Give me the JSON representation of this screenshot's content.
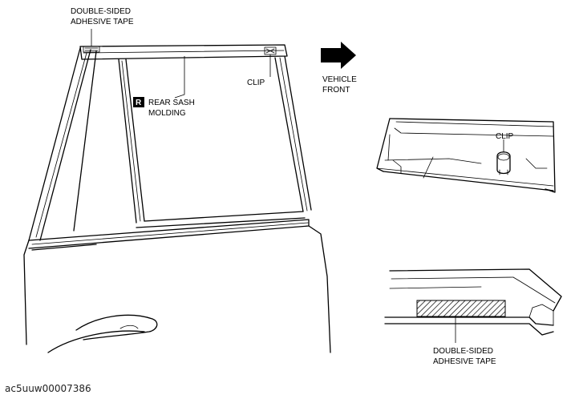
{
  "labels": {
    "tape_top_line1": "DOUBLE-SIDED",
    "tape_top_line2": "ADHESIVE TAPE",
    "r_badge": "R",
    "molding_line1": "REAR SASH",
    "molding_line2": "MOLDING",
    "clip_main": "CLIP",
    "vehicle_line1": "VEHICLE",
    "vehicle_line2": "FRONT",
    "clip_detail": "CLIP",
    "tape_bottom_line1": "DOUBLE-SIDED",
    "tape_bottom_line2": "ADHESIVE TAPE"
  },
  "caption": "ac5uuw00007386",
  "colors": {
    "line": "#000000",
    "arrow": "#000000",
    "badge_bg": "#000000",
    "badge_text": "#ffffff"
  },
  "icons": {
    "direction_arrow": "arrow-right-icon"
  }
}
